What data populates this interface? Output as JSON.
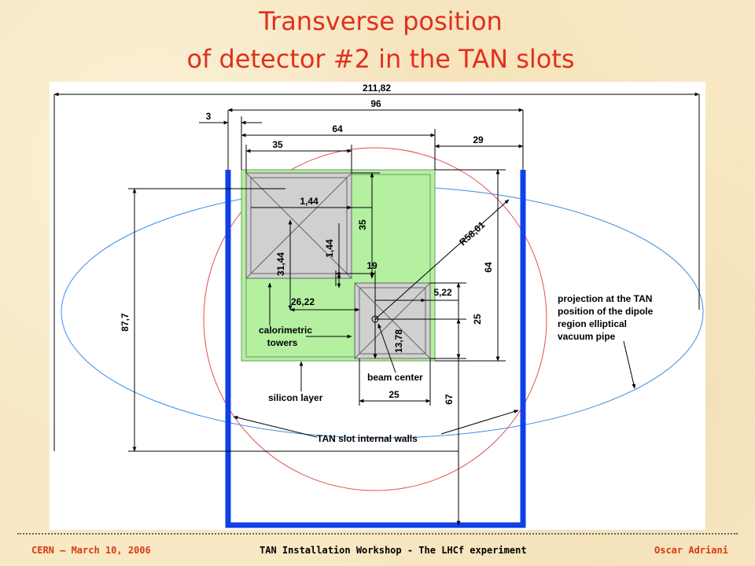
{
  "title": {
    "line1": "Transverse position",
    "line2": "of detector #2 in the TAN slots"
  },
  "dimensions": {
    "d_211_82": "211,82",
    "d_96": "96",
    "d_3": "3",
    "d_64_top": "64",
    "d_35_top": "35",
    "d_29": "29",
    "d_1_44_h": "1,44",
    "d_35_v": "35",
    "d_1_44_v": "1,44",
    "d_r58": "R58,01",
    "d_64_right": "64",
    "d_31_44": "31,44",
    "d_19": "19",
    "d_5_22": "5,22",
    "d_26_22": "26,22",
    "d_25_right": "25",
    "d_13_78": "13,78",
    "d_87_7": "87,7",
    "d_25_bottom": "25",
    "d_67": "67"
  },
  "annotations": {
    "calorimetric_1": "calorimetric",
    "calorimetric_2": "towers",
    "beam_center": "beam center",
    "silicon_layer": "silicon layer",
    "tan_walls": "TAN slot internal walls",
    "projection_1": "projection at the TAN",
    "projection_2": "position of the dipole",
    "projection_3": "region elliptical",
    "projection_4": "vacuum pipe"
  },
  "footer": {
    "left": "CERN – March 10, 2006",
    "center": "TAN Installation Workshop - The LHCf experiment",
    "right": "Oscar Adriani"
  },
  "colors": {
    "title": "#e0301e",
    "tan_wall": "#1040e8",
    "ellipse": "#3a8ee8",
    "circle": "#e05050",
    "green_area": "#b4f0a0",
    "tower": "#d0d0d0"
  }
}
